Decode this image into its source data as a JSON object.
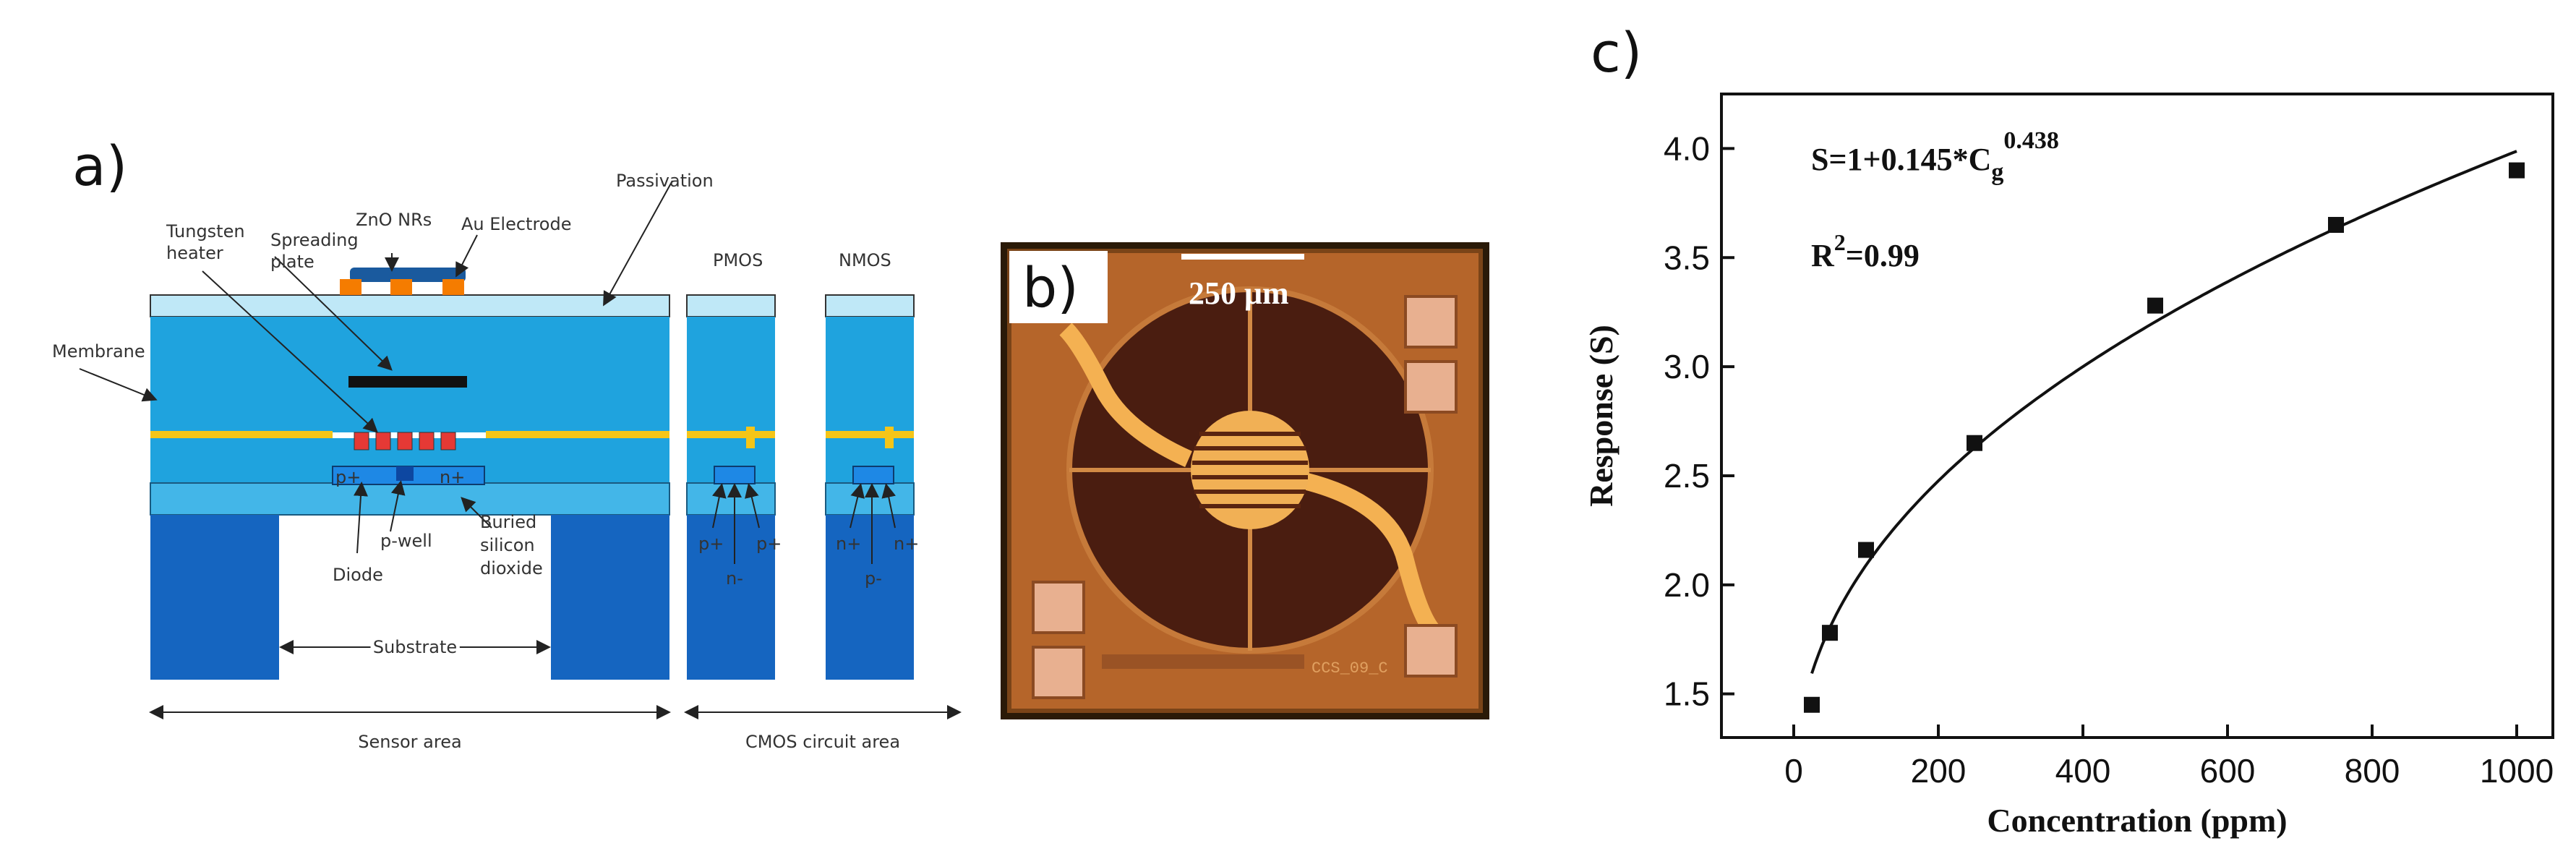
{
  "panel_a": {
    "label": "a)",
    "texts": {
      "passivation": "Passivation",
      "zno_nrs": "ZnO NRs",
      "au_electrode": "Au Electrode",
      "tungsten_heater_1": "Tungsten",
      "tungsten_heater_2": "heater",
      "spreading_plate_1": "Spreading",
      "spreading_plate_2": "plate",
      "membrane": "Membrane",
      "pmos": "PMOS",
      "nmos": "NMOS",
      "p_plus": "p+",
      "n_plus": "n+",
      "p_well": "p-well",
      "diode": "Diode",
      "buried_1": "Buried",
      "buried_2": "silicon",
      "buried_3": "dioxide",
      "n_minus": "n-",
      "p_minus": "p-",
      "substrate": "Substrate",
      "sensor_area": "Sensor area",
      "cmos_area": "CMOS circuit area"
    }
  },
  "panel_b": {
    "label": "b)",
    "scale_bar": "250 μm",
    "chip_text": "CCS_09_C"
  },
  "panel_c": {
    "label": "c)",
    "equation_main": "S=1+0.145*C",
    "equation_sub": "g",
    "equation_sup": "0.438",
    "r2_main": "R",
    "r2_sup": "2",
    "r2_value": "=0.99"
  },
  "chart_data": {
    "type": "scatter",
    "xlabel": "Concentration (ppm)",
    "ylabel": "Response (S)",
    "xlim": [
      -100,
      1050
    ],
    "ylim": [
      1.3,
      4.25
    ],
    "x_ticks": [
      0,
      200,
      400,
      600,
      800,
      1000
    ],
    "y_ticks": [
      1.5,
      2.0,
      2.5,
      3.0,
      3.5,
      4.0
    ],
    "x_tick_labels": [
      "0",
      "200",
      "400",
      "600",
      "800",
      "1000"
    ],
    "y_tick_labels": [
      "1.5",
      "2.0",
      "2.5",
      "3.0",
      "3.5",
      "4.0"
    ],
    "points": [
      {
        "x": 25,
        "y": 1.45
      },
      {
        "x": 50,
        "y": 1.78
      },
      {
        "x": 100,
        "y": 2.16
      },
      {
        "x": 250,
        "y": 2.65
      },
      {
        "x": 500,
        "y": 3.28
      },
      {
        "x": 750,
        "y": 3.65
      },
      {
        "x": 1000,
        "y": 3.9
      }
    ],
    "fit": {
      "a": 1,
      "b": 0.145,
      "c": 0.438,
      "x_start": 25,
      "x_end": 1000
    },
    "grid": false
  }
}
